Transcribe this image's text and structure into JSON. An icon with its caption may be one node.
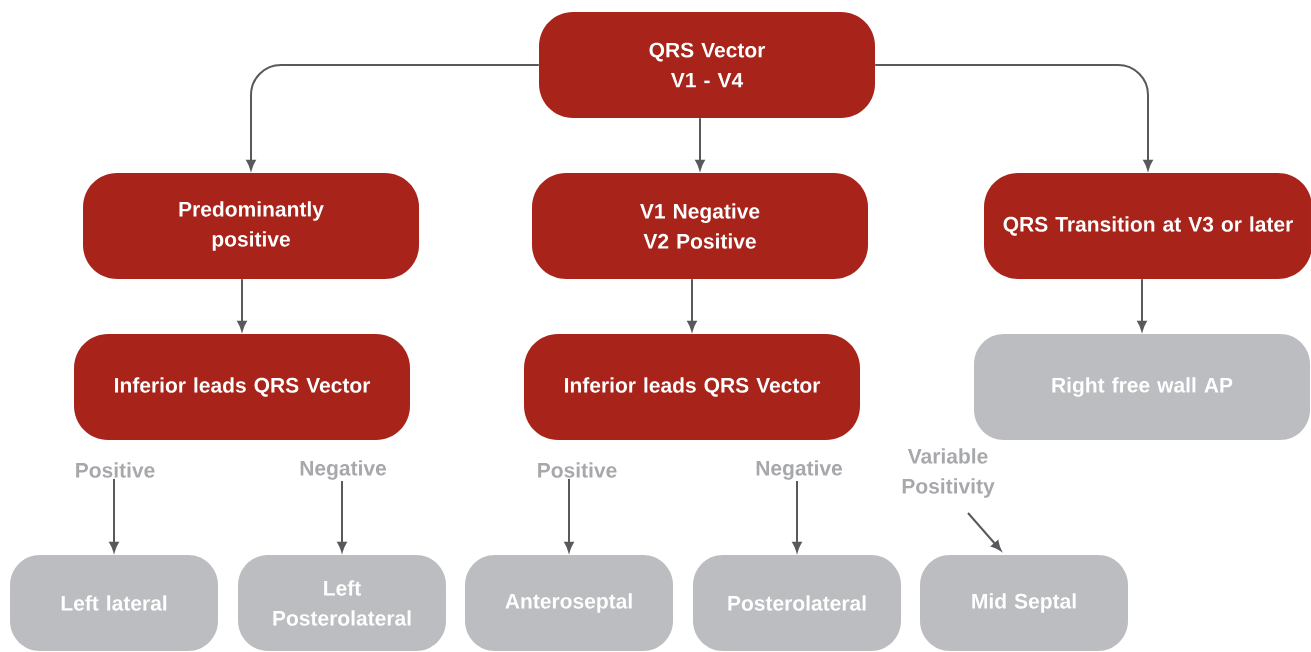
{
  "diagram": {
    "nodes": [
      {
        "text": [
          "QRS Vector V1 - V4"
        ]
      },
      {
        "text": [
          "Predominantly positive"
        ]
      },
      {
        "text": [
          "V1 Negative V2 Positive"
        ]
      },
      {
        "text": [
          "QRS Transition at V3 or later"
        ]
      },
      {
        "text": [
          "Inferior leads QRS Vector"
        ]
      },
      {
        "text": [
          "Inferior leads QRS Vector"
        ]
      },
      {
        "text": [
          "Right free wall AP"
        ]
      },
      {
        "text": [
          "Positive"
        ]
      },
      {
        "text": [
          "Negative"
        ]
      },
      {
        "text": [
          "Positive"
        ]
      },
      {
        "text": [
          "Negative"
        ]
      },
      {
        "text": [
          "Variable Positivity"
        ]
      },
      {
        "text": [
          "Left lateral"
        ]
      },
      {
        "text": [
          "Left Posterolateral"
        ]
      },
      {
        "text": [
          "Anteroseptal"
        ]
      },
      {
        "text": [
          "Posterolateral"
        ]
      },
      {
        "text": [
          "Mid Septal"
        ]
      }
    ],
    "edges": [
      {
        "from": 0,
        "to": 1,
        "arrow": "to"
      },
      {
        "from": 0,
        "to": 2,
        "arrow": "to"
      },
      {
        "from": 0,
        "to": 3,
        "arrow": "to"
      },
      {
        "from": 1,
        "to": 4,
        "arrow": "to"
      },
      {
        "from": 2,
        "to": 5,
        "arrow": "to"
      },
      {
        "from": 3,
        "to": 6,
        "arrow": "to"
      },
      {
        "from": 7,
        "to": 12,
        "arrow": "to"
      },
      {
        "from": 8,
        "to": 13,
        "arrow": "to"
      },
      {
        "from": 9,
        "to": 14,
        "arrow": "to"
      },
      {
        "from": 10,
        "to": 15,
        "arrow": "to"
      },
      {
        "from": 11,
        "to": 16,
        "arrow": "to"
      }
    ]
  }
}
